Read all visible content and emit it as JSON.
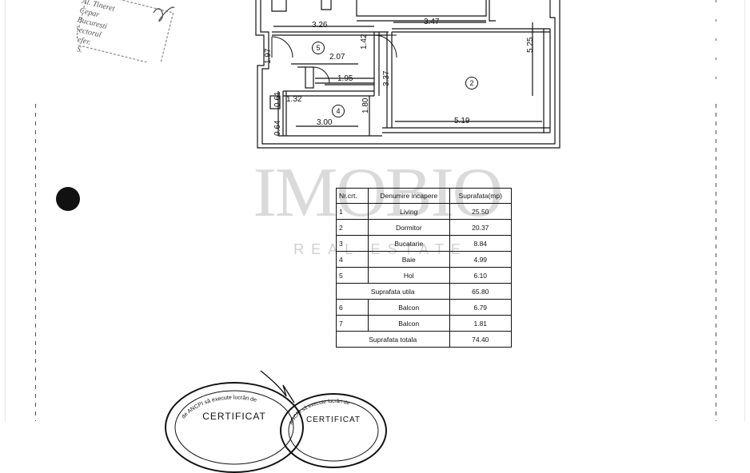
{
  "floor_plan": {
    "dimensions": [
      "3.26",
      "3.47",
      "5.25",
      "1.97",
      "1.42",
      "2.07",
      "3.37",
      "1.95",
      "0.61",
      "1.32",
      "1.80",
      "0.64",
      "3.00",
      "5.19"
    ],
    "room_labels": [
      "5",
      "2",
      "4"
    ]
  },
  "stamp_top_left": {
    "lines": [
      "Al. Tineret",
      "Cepar",
      "Bucuresti",
      "Sectorul",
      "Refer.",
      "L.S."
    ]
  },
  "watermark": {
    "logo": "IMOBIO",
    "tagline": "REAL ESTATE"
  },
  "room_table": {
    "headers": [
      "Nr.crt.",
      "Denumire incapere",
      "Suprafata(mp)"
    ],
    "rows": [
      {
        "nr": "1",
        "name": "Living",
        "area": "25.50"
      },
      {
        "nr": "2",
        "name": "Dormitor",
        "area": "20.37"
      },
      {
        "nr": "3",
        "name": "Bucatarie",
        "area": "8.84"
      },
      {
        "nr": "4",
        "name": "Baie",
        "area": "4.99"
      },
      {
        "nr": "5",
        "name": "Hol",
        "area": "6.10"
      }
    ],
    "subtotal": {
      "label": "Suprafata utila",
      "area": "65.80"
    },
    "balconies": [
      {
        "nr": "6",
        "name": "Balcon",
        "area": "6.79"
      },
      {
        "nr": "7",
        "name": "Balcon",
        "area": "1.81"
      }
    ],
    "total": {
      "label": "Suprafata totala",
      "area": "74.40"
    }
  },
  "seals": [
    {
      "title": "CERTIFICAT",
      "ring_text": "de ANCPI să execute lucrări de"
    },
    {
      "title": "CERTIFICAT",
      "ring_text": "ANCPI să execute lucrări de"
    }
  ]
}
